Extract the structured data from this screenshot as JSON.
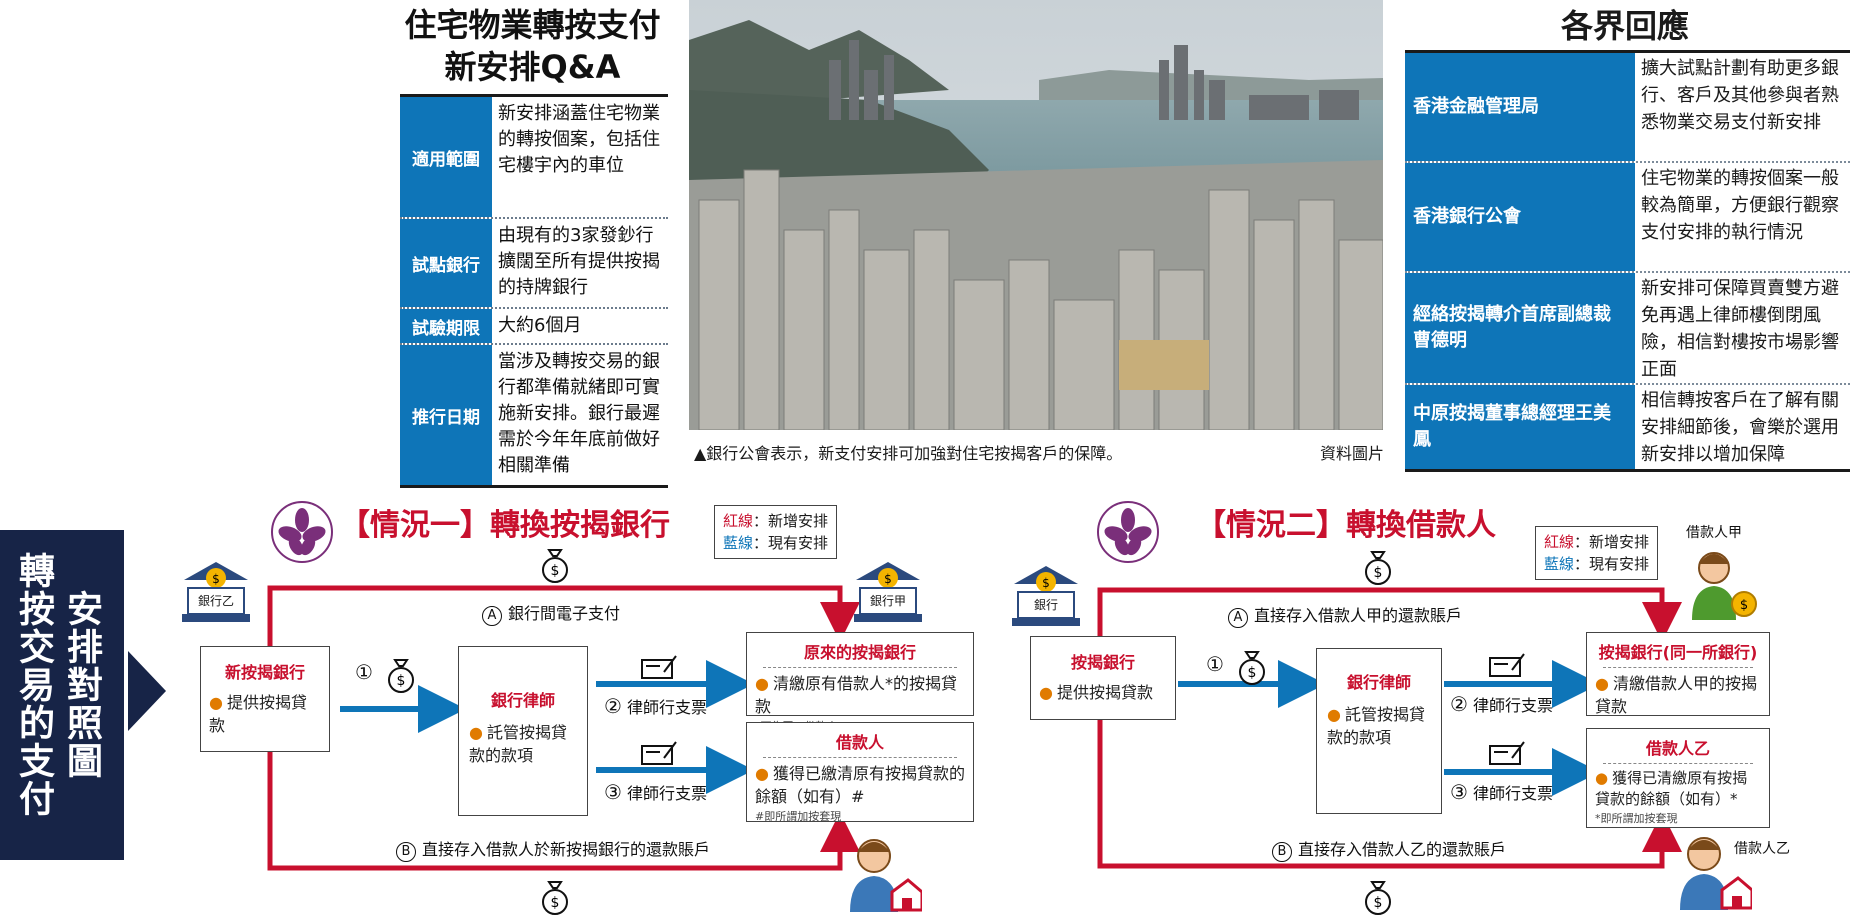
{
  "qa": {
    "title_line1": "住宅物業轉按支付",
    "title_line2": "新安排Q&A",
    "rows": [
      {
        "label": "適用範圍",
        "value": "新安排涵蓋住宅物業的轉按個案，包括住宅樓宇內的車位"
      },
      {
        "label": "試點銀行",
        "value": "由現有的3家發鈔行擴闊至所有提供按揭的持牌銀行"
      },
      {
        "label": "試驗期限",
        "value": "大約6個月"
      },
      {
        "label": "推行日期",
        "value": "當涉及轉按交易的銀行都準備就緒即可實施新安排。銀行最遲需於今年年底前做好相關準備"
      }
    ]
  },
  "photo": {
    "caption": "▲銀行公會表示，新支付安排可加強對住宅按揭客戶的保障。",
    "credit": "資料圖片"
  },
  "responses": {
    "title": "各界回應",
    "rows": [
      {
        "label": "香港金融管理局",
        "value": "擴大試點計劃有助更多銀行、客戶及其他參與者熟悉物業交易支付新安排"
      },
      {
        "label": "香港銀行公會",
        "value": "住宅物業的轉按個案一般較為簡單，方便銀行觀察支付安排的執行情況"
      },
      {
        "label": "經絡按揭轉介首席副總裁曹德明",
        "value": "新安排可保障買賣雙方避免再遇上律師樓倒閉風險，相信對樓按市場影響正面"
      },
      {
        "label": "中原按揭董事總經理王美鳳",
        "value": "相信轉按客戶在了解有關安排細節後，會樂於選用新安排以增加保障"
      }
    ]
  },
  "sidebar": {
    "col1": "安排對照圖",
    "col2": "轉按交易的支付"
  },
  "legend": {
    "red_word": "紅線",
    "red_text": "：新增安排",
    "blue_word": "藍線",
    "blue_text": "：現有安排"
  },
  "scenario1": {
    "title": "【情況一】轉換按揭銀行",
    "bank_b": "銀行乙",
    "bank_a": "銀行甲",
    "new_bank_title": "新按揭銀行",
    "new_bank_text": "提供按揭貸款",
    "lawyer_title": "銀行律師",
    "lawyer_text": "託管按揭貸款的款項",
    "orig_bank_title": "原來的按揭銀行",
    "orig_bank_text": "清繳原有借款人*的按揭貸款",
    "orig_bank_note": "*可為同一借款人",
    "borrower_title": "借款人",
    "borrower_text": "獲得已繳清原有按揭貸款的餘額（如有）#",
    "borrower_note": "#即所謂加按套現",
    "route_a": "銀行間電子支付",
    "route_b": "直接存入借款人於新按揭銀行的還款賬戶",
    "step1": "①",
    "step2": "律師行支票",
    "step3": "律師行支票"
  },
  "scenario2": {
    "title": "【情況二】轉換借款人",
    "bank": "銀行",
    "lender_title": "按揭銀行",
    "lender_text": "提供按揭貸款",
    "lawyer_title": "銀行律師",
    "lawyer_text": "託管按揭貸款的款項",
    "same_bank_title": "按揭銀行(同一所銀行)",
    "same_bank_text": "清繳借款人甲的按揭貸款",
    "borrower_b_title": "借款人乙",
    "borrower_b_text": "獲得已清繳原有按揭貸款的餘額（如有）*",
    "borrower_b_note": "*即所謂加按套現",
    "route_a": "直接存入借款人甲的還款賬戶",
    "route_b": "直接存入借款人乙的還款賬戶",
    "step1": "①",
    "step2": "律師行支票",
    "step3": "律師行支票",
    "borrower_a_label": "借款人甲",
    "borrower_b_label": "借款人乙"
  },
  "markers": {
    "a": "A",
    "b": "B",
    "s2": "②",
    "s3": "③"
  },
  "colors": {
    "red": "#c8102e",
    "blue": "#0e75b8",
    "navy": "#172447"
  }
}
